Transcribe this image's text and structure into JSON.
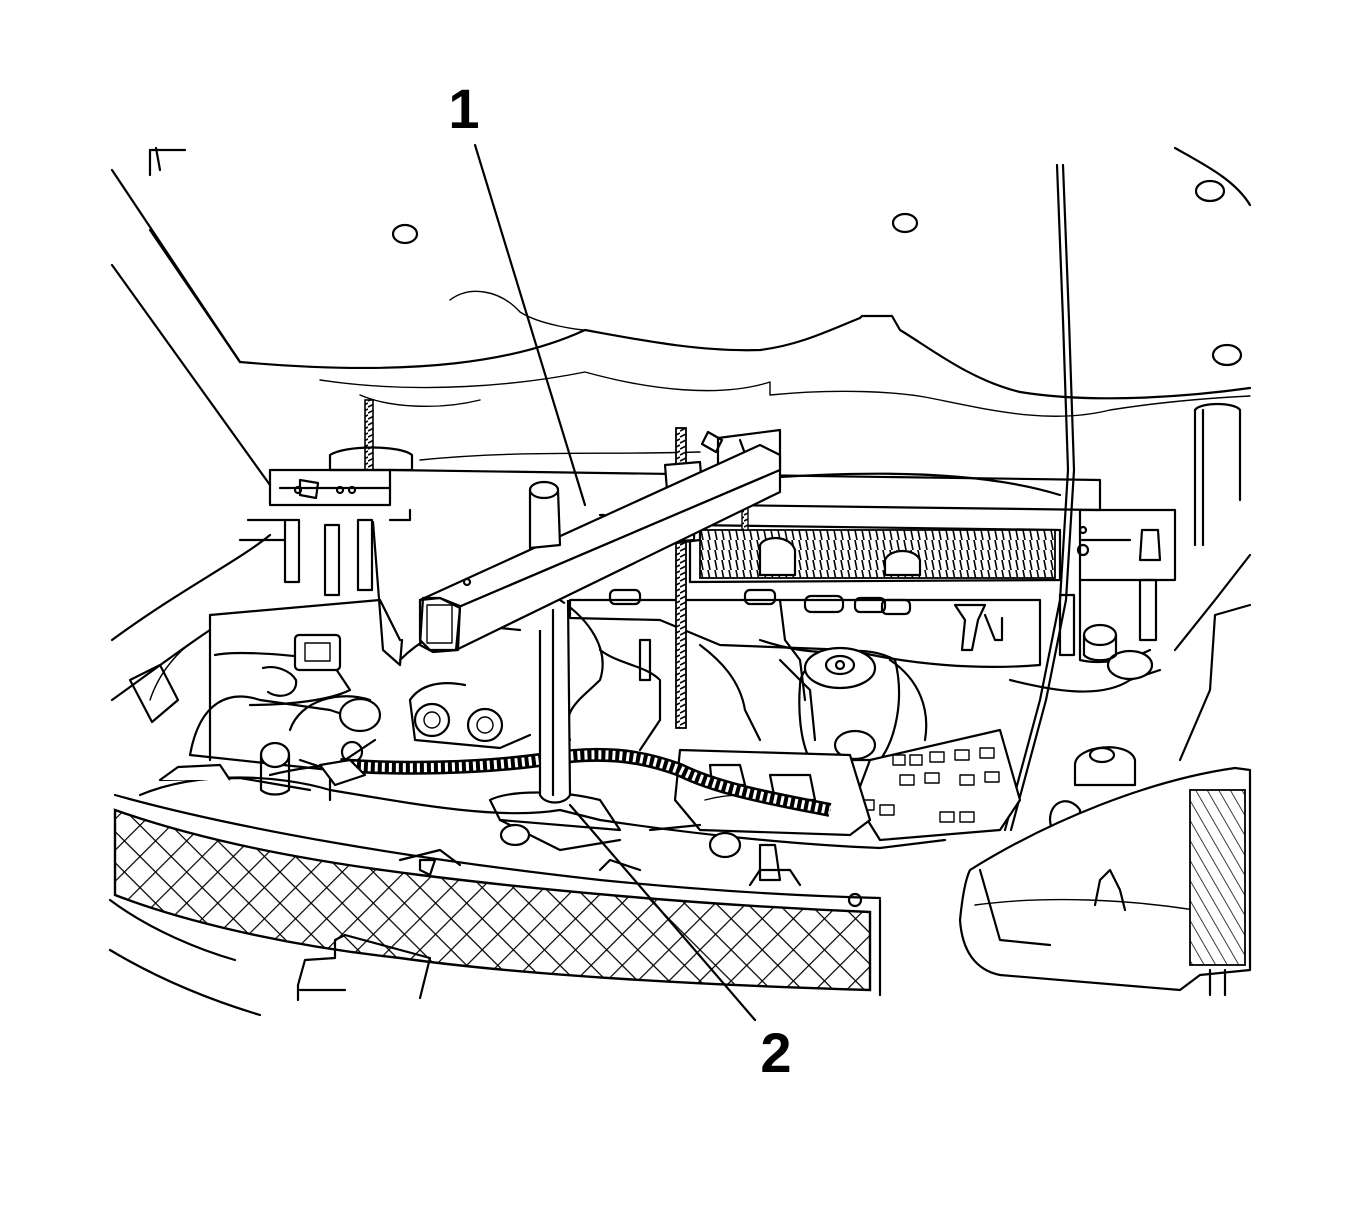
{
  "diagram": {
    "callouts": [
      {
        "id": "callout-1",
        "label": "1"
      },
      {
        "id": "callout-2",
        "label": "2"
      }
    ],
    "colors": {
      "line": "#000000",
      "background": "#ffffff"
    }
  }
}
